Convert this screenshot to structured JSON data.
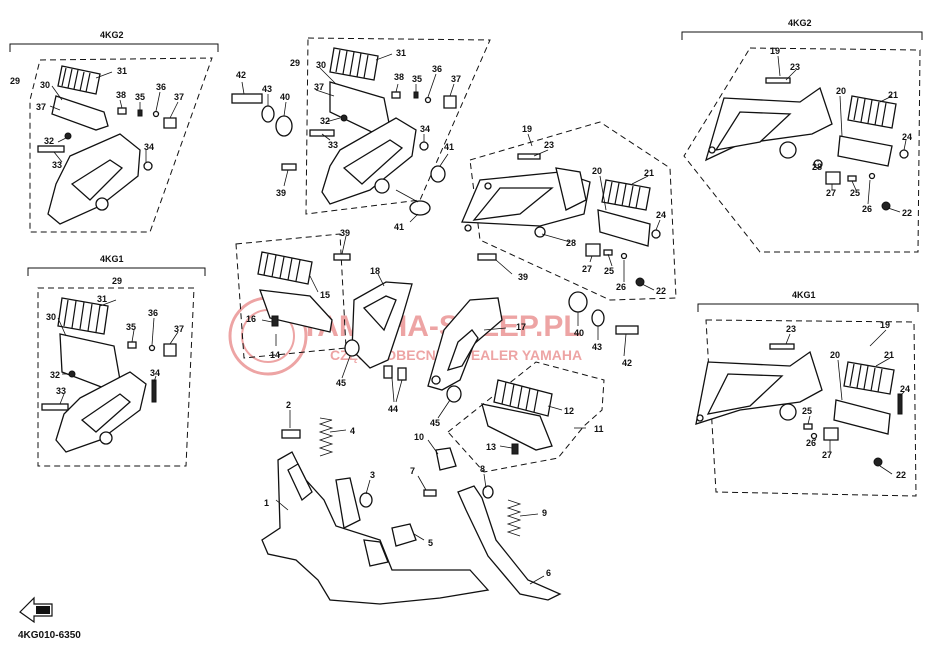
{
  "diagram": {
    "drawing_code": "4KG010-6350",
    "watermark": {
      "brand": "YAMAHA-SKLEP.PL",
      "tagline": "CZĘŚCI OBECNIE | DEALER YAMAHA",
      "color": "#e05a5a"
    },
    "groups": {
      "kg2_left": "4KG2",
      "kg1_left": "4KG1",
      "kg2_right": "4KG2",
      "kg1_right": "4KG1"
    },
    "callouts": {
      "p1": "1",
      "p2": "2",
      "p3": "3",
      "p4": "4",
      "p5": "5",
      "p6": "6",
      "p7": "7",
      "p8": "8",
      "p9": "9",
      "p10": "10",
      "p11": "11",
      "p12": "12",
      "p13": "13",
      "p14": "14",
      "p15": "15",
      "p16": "16",
      "p17": "17",
      "p18": "18",
      "p19": "19",
      "p20": "20",
      "p21": "21",
      "p22": "22",
      "p23": "23",
      "p24": "24",
      "p25": "25",
      "p26": "26",
      "p27": "27",
      "p28": "28",
      "p29": "29",
      "p30": "30",
      "p31": "31",
      "p32": "32",
      "p33": "33",
      "p34": "34",
      "p35": "35",
      "p36": "36",
      "p37": "37",
      "p38": "38",
      "p39": "39",
      "p40": "40",
      "p41": "41",
      "p42": "42",
      "p43": "43",
      "p44": "44",
      "p45": "45"
    }
  }
}
